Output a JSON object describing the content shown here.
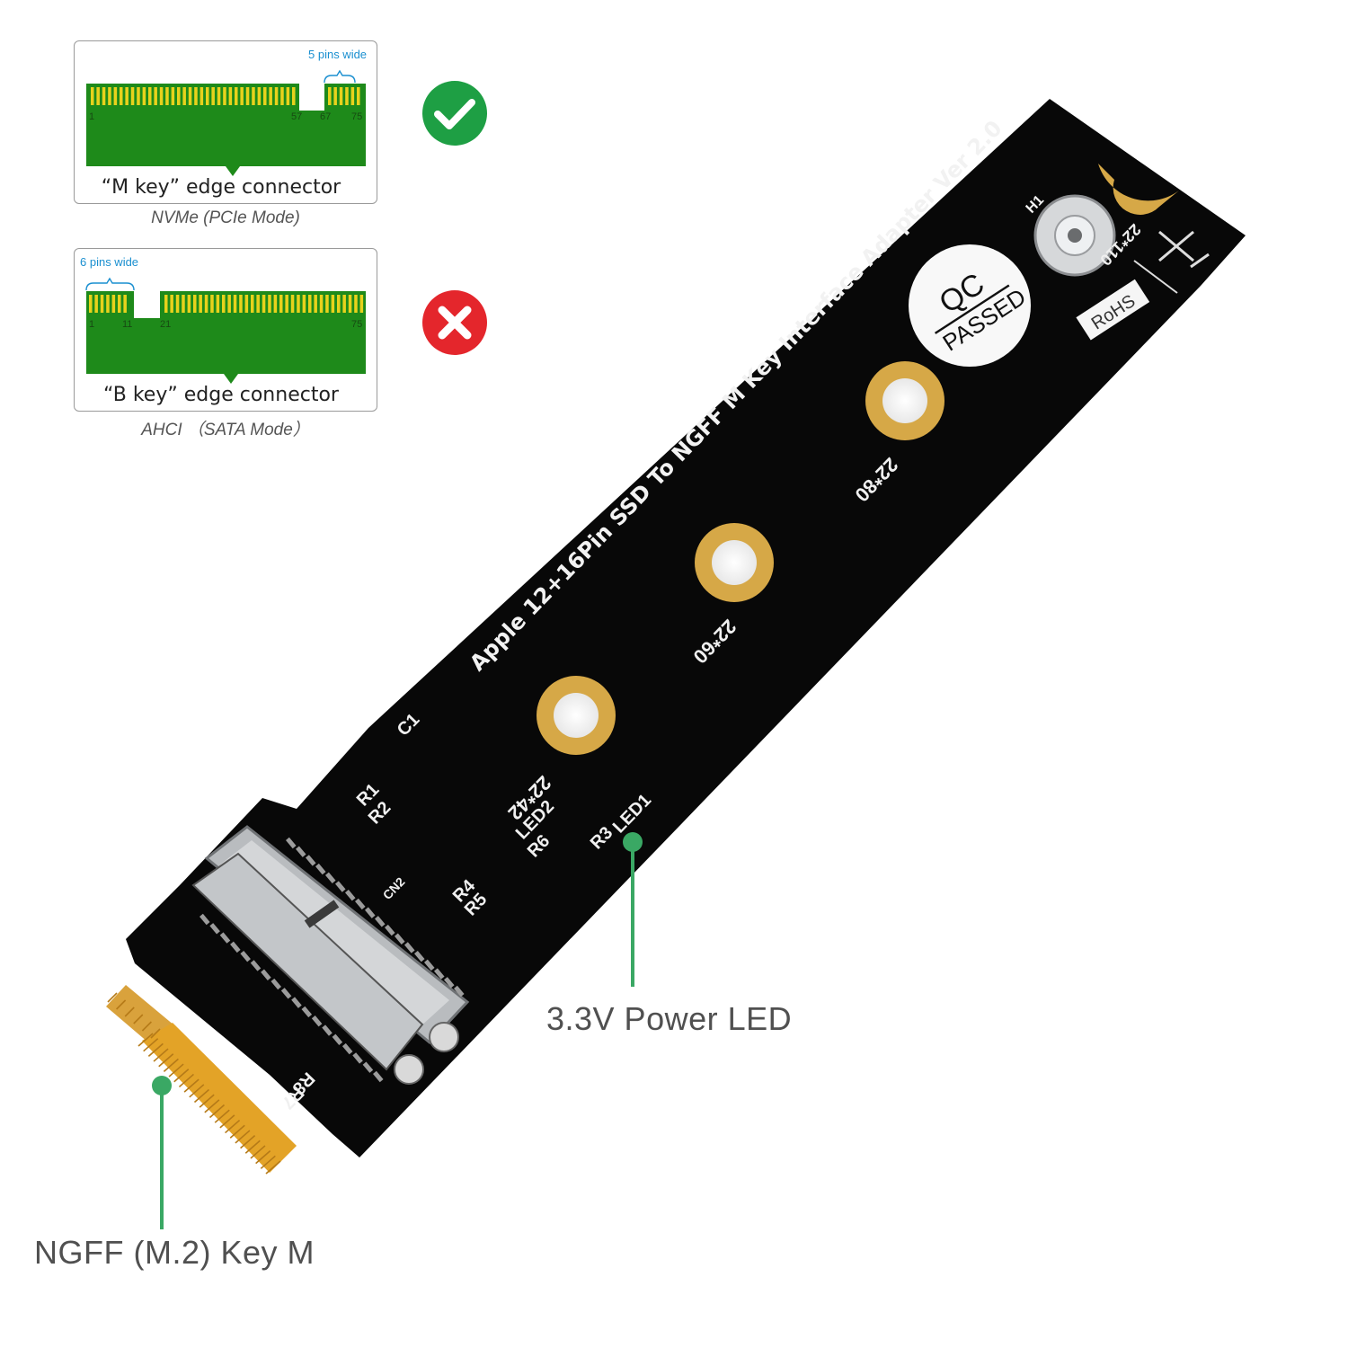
{
  "m_key_panel": {
    "pin_note": "5 pins wide",
    "pins": [
      "1",
      "57",
      "67",
      "75"
    ],
    "caption": "“M key” edge connector",
    "mode": "NVMe (PCIe Mode)",
    "status_icon": "checkmark-icon",
    "status_color": "#1e9f44"
  },
  "b_key_panel": {
    "pin_note": "6 pins wide",
    "pins": [
      "1",
      "11",
      "21",
      "75"
    ],
    "caption": "“B key” edge connector",
    "mode": "AHCI （SATA Mode）",
    "status_icon": "cross-icon",
    "status_color": "#e4262c"
  },
  "board": {
    "title": "Apple 12+16Pin SSD To NGFF M Key Interface Adapter  Ver 2.0",
    "qc_line1": "QC",
    "qc_line2": "PASSED",
    "rohs": "RoHS",
    "h1": "H1",
    "mounts": [
      "22*42",
      "22*60",
      "22*80",
      "22*110"
    ],
    "parts": [
      "C1",
      "R1",
      "R2",
      "R4",
      "R5",
      "R6",
      "LED2",
      "R3",
      "LED1",
      "CN2",
      "R8",
      "R7"
    ],
    "colors": {
      "pcb": "#080808",
      "gold": "#d6a847",
      "connector_pins": "#e3a327"
    }
  },
  "callouts": {
    "led": "3.3V Power LED",
    "key": "NGFF (M.2) Key M",
    "line_color": "#3aa864"
  }
}
